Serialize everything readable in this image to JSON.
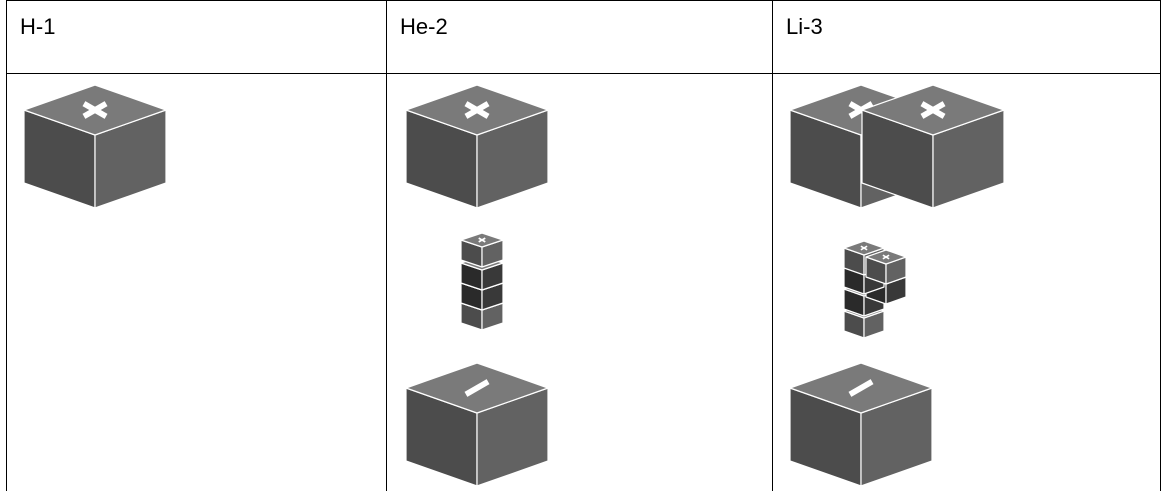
{
  "table": {
    "headers": [
      "H-1",
      "He-2",
      "Li-3"
    ]
  },
  "icons": {
    "plus_cube": "cube-plus-icon",
    "minus_cube": "cube-minus-icon",
    "stack": "cube-stack-icon"
  },
  "colors": {
    "top": "#7a7a7a",
    "left": "#4c4c4c",
    "right": "#626262",
    "dark_left": "#2a2a2a",
    "dark_right": "#393939",
    "edge": "#ffffff"
  }
}
